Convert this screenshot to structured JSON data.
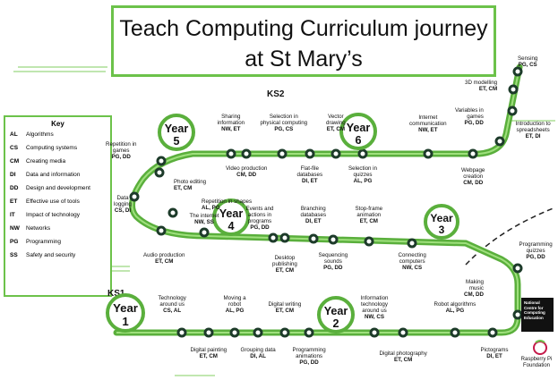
{
  "title": {
    "line1": "Teach Computing Curriculum journey",
    "line2": "at St Mary’s"
  },
  "key": {
    "heading": "Key",
    "items": [
      {
        "code": "AL",
        "label": "Algorithms"
      },
      {
        "code": "CS",
        "label": "Computing systems"
      },
      {
        "code": "CM",
        "label": "Creating media"
      },
      {
        "code": "DI",
        "label": "Data and information"
      },
      {
        "code": "DD",
        "label": "Design and development"
      },
      {
        "code": "ET",
        "label": "Effective use of tools"
      },
      {
        "code": "IT",
        "label": "Impact of technology"
      },
      {
        "code": "NW",
        "label": "Networks"
      },
      {
        "code": "PG",
        "label": "Programming"
      },
      {
        "code": "SS",
        "label": "Safety and security"
      }
    ]
  },
  "stages": {
    "ks1": "KS1",
    "ks2": "KS2"
  },
  "years": [
    {
      "line1": "Year",
      "line2": "1"
    },
    {
      "line1": "Year",
      "line2": "2"
    },
    {
      "line1": "Year",
      "line2": "3"
    },
    {
      "line1": "Year",
      "line2": "4"
    },
    {
      "line1": "Year",
      "line2": "5"
    },
    {
      "line1": "Year",
      "line2": "6"
    }
  ],
  "units": {
    "y1_tech": {
      "name": "Technology\naround us",
      "code": "CS, AL"
    },
    "y1_paint": {
      "name": "Digital painting",
      "code": "ET, CM"
    },
    "y1_robot": {
      "name": "Moving a\nrobot",
      "code": "AL, PG"
    },
    "y1_group": {
      "name": "Grouping data",
      "code": "DI, AL"
    },
    "y1_write": {
      "name": "Digital writing",
      "code": "ET, CM"
    },
    "y1_anim": {
      "name": "Programming\nanimations",
      "code": "PG, DD"
    },
    "y2_info": {
      "name": "Information\ntechnology\naround us",
      "code": "NW, CS"
    },
    "y2_photo": {
      "name": "Digital photography",
      "code": "ET, CM"
    },
    "y2_robot": {
      "name": "Robot algorithms",
      "code": "AL, PG"
    },
    "y2_picto": {
      "name": "Pictograms",
      "code": "DI, ET"
    },
    "y2_music": {
      "name": "Making\nmusic",
      "code": "CM, DD"
    },
    "y2_quiz": {
      "name": "Programming\nquizzes",
      "code": "PG, DD"
    },
    "y3_connect": {
      "name": "Connecting\ncomputers",
      "code": "NW, CS"
    },
    "y3_stop": {
      "name": "Stop-frame\nanimation",
      "code": "ET, CM"
    },
    "y3_seq": {
      "name": "Sequencing\nsounds",
      "code": "PG, DD"
    },
    "y3_branch": {
      "name": "Branching\ndatabases",
      "code": "DI, ET"
    },
    "y3_desktop": {
      "name": "Desktop\npublishing",
      "code": "ET, CM"
    },
    "y3_events": {
      "name": "Events and\nactions in\nprograms",
      "code": "PG, DD"
    },
    "y4_internet": {
      "name": "The internet",
      "code": "NW, SS"
    },
    "y4_audio": {
      "name": "Audio production",
      "code": "ET, CM"
    },
    "y4_shapes": {
      "name": "Repetition in shapes",
      "code": "AL, PG"
    },
    "y4_logging": {
      "name": "Data\nlogging",
      "code": "CS, DI"
    },
    "y4_photo": {
      "name": "Photo editing",
      "code": "ET, CM"
    },
    "y4_games": {
      "name": "Repetition in\ngames",
      "code": "PG, DD"
    },
    "y5_sharing": {
      "name": "Sharing\ninformation",
      "code": "NW, ET"
    },
    "y5_video": {
      "name": "Video production",
      "code": "CM, DD"
    },
    "y5_physical": {
      "name": "Selection in\nphysical computing",
      "code": "PG, CS"
    },
    "y5_flat": {
      "name": "Flat-file\ndatabases",
      "code": "DI, ET"
    },
    "y5_vector": {
      "name": "Vector\ndrawing",
      "code": "ET, CM"
    },
    "y5_quizzes": {
      "name": "Selection in\nquizzes",
      "code": "AL, PG"
    },
    "y6_internet": {
      "name": "Internet\ncommunication",
      "code": "NW, ET"
    },
    "y6_web": {
      "name": "Webpage\ncreation",
      "code": "CM, DD"
    },
    "y6_variables": {
      "name": "Variables in\ngames",
      "code": "PG, DD"
    },
    "y6_spread": {
      "name": "Introduction to\nspreadsheets",
      "code": "ET, DI"
    },
    "y6_3d": {
      "name": "3D modelling",
      "code": "ET, CM"
    },
    "y6_sensing": {
      "name": "Sensing",
      "code": "PG, CS"
    }
  },
  "logos": {
    "ncce": "National\nCentre for\nComputing\nEducation",
    "rpi": "Raspberry Pi\nFoundation"
  },
  "colors": {
    "path": "#6cc24a",
    "path_dark": "#4f9e36",
    "node_dark": "#1d3b2a"
  }
}
